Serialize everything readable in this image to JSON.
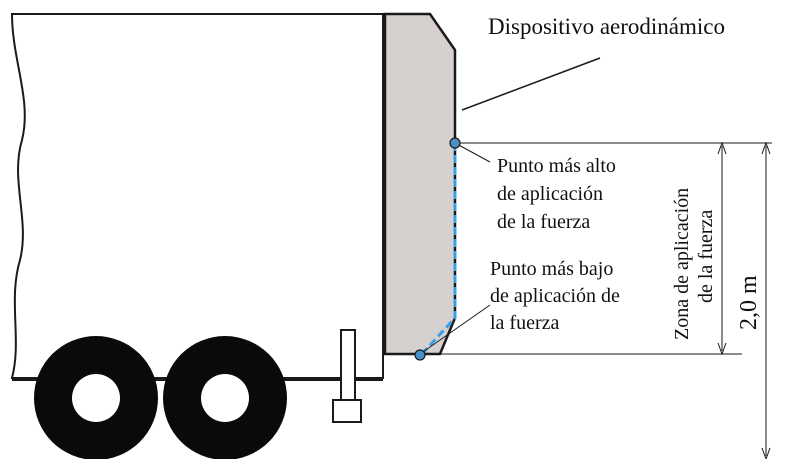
{
  "labels": {
    "device": "Dispositivo aerodinámico",
    "highest_point": [
      "Punto más alto",
      "de aplicación",
      "de la fuerza"
    ],
    "lowest_point": [
      "Punto más bajo",
      "de aplicación de",
      "la fuerza"
    ],
    "zone": [
      "Zona de aplicación",
      "de la fuerza"
    ],
    "height": "2,0 m"
  },
  "colors": {
    "device_fill": "#d6d1cf",
    "force_line": "#3aa0e6",
    "marker": "#4a90c8",
    "outline": "#1a1a1a"
  }
}
